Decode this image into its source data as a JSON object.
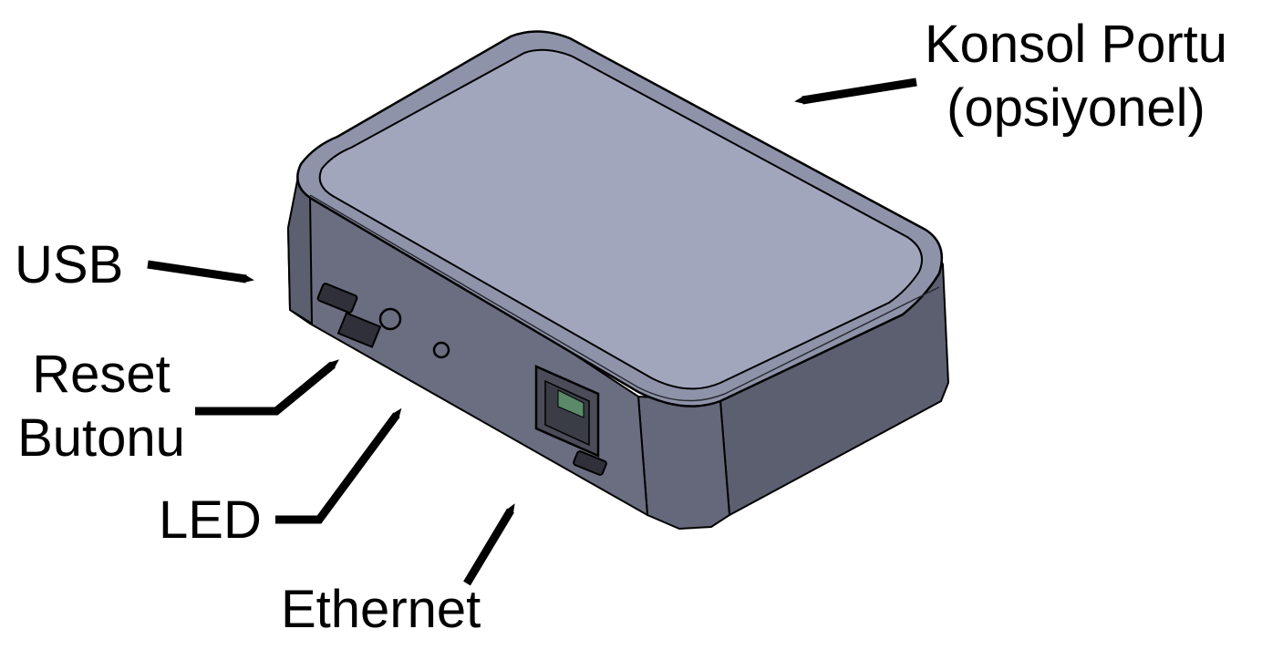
{
  "callouts": {
    "console_port": {
      "line1": "Konsol Portu",
      "line2": "(opsiyonel)"
    },
    "usb": "USB",
    "reset": {
      "line1": "Reset",
      "line2": "Butonu"
    },
    "led": "LED",
    "ethernet": "Ethernet"
  },
  "colors": {
    "device_top": "#a2a6bd",
    "device_top_rim": "#8f93a9",
    "device_side": "#6b6e80",
    "device_side_dark": "#5c5f70",
    "outline": "#000000",
    "arrow": "#000000"
  },
  "icons": {
    "device": "router-device-illustration",
    "pointer": "callout-arrow"
  }
}
